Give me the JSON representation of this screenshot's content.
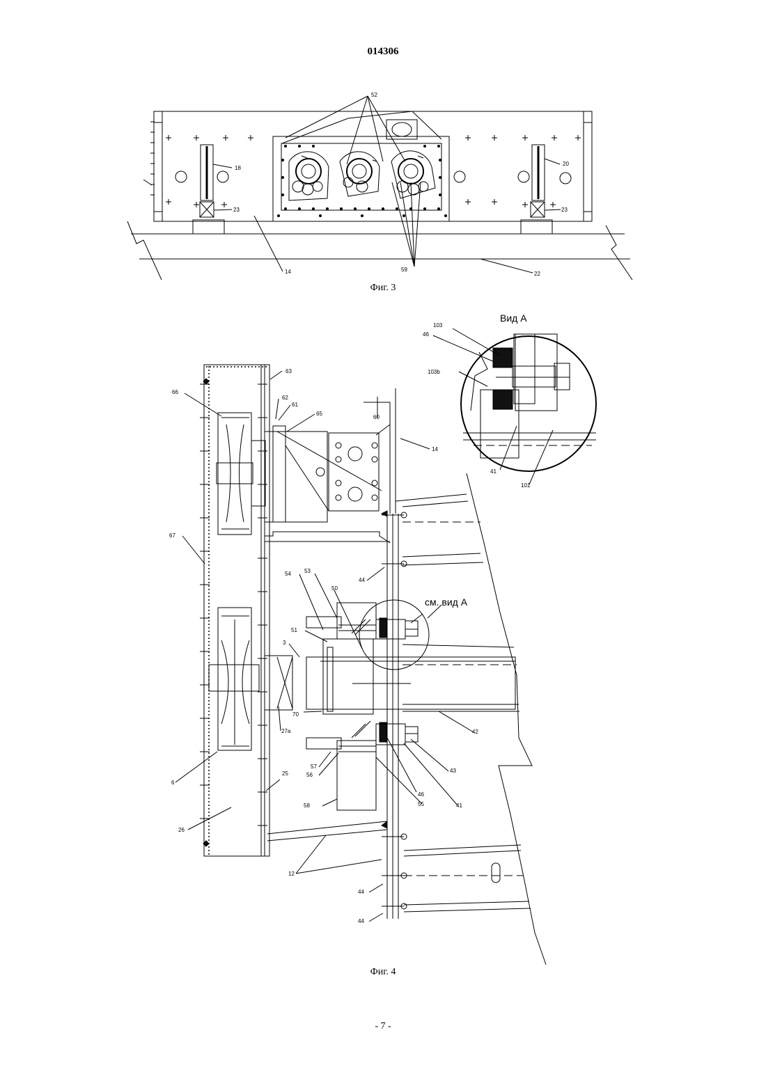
{
  "header": {
    "patent_number": "014306"
  },
  "fig3": {
    "caption": "Фиг. 3",
    "labels": {
      "l52": "52",
      "l18": "18",
      "l20": "20",
      "l23a": "23",
      "l23b": "23",
      "l14": "14",
      "l59": "59",
      "l22": "22"
    }
  },
  "fig4": {
    "caption": "Фиг. 4",
    "view_a_title": "Вид А",
    "see_view_a": "см. вид А",
    "labels": {
      "l63": "63",
      "l66": "66",
      "l62": "62",
      "l61": "61",
      "l65": "65",
      "l60": "60",
      "l14": "14",
      "l67": "67",
      "l44a": "44",
      "l54": "54",
      "l53": "53",
      "l50": "50",
      "l51": "51",
      "l3": "3",
      "l70": "70",
      "l27a": "27a",
      "l42": "42",
      "l57": "57",
      "l56": "56",
      "l43": "43",
      "l6": "6",
      "l25": "25",
      "l46": "46",
      "l55": "55",
      "l41": "41",
      "l58": "58",
      "l26": "26",
      "l12": "12",
      "l44b": "44",
      "l44c": "44",
      "v103": "103",
      "v46": "46",
      "v103b": "103b",
      "v41": "41",
      "v101": "101"
    }
  },
  "footer": {
    "page": "- 7 -"
  }
}
